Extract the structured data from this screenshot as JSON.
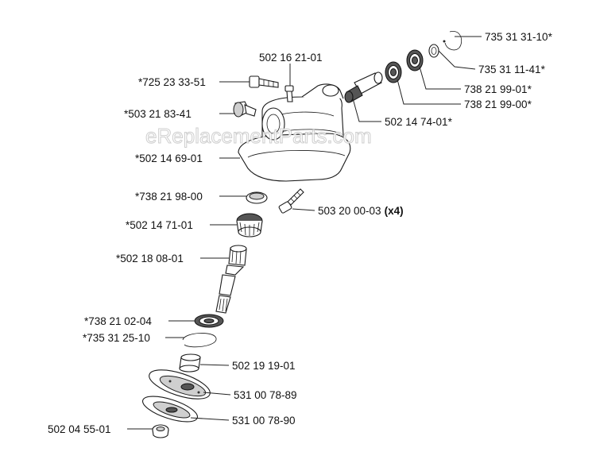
{
  "watermark": "eReplacementParts.com",
  "parts": [
    {
      "id": "p1",
      "number": "735 31 31-10*"
    },
    {
      "id": "p2",
      "number": "735 31 11-41*"
    },
    {
      "id": "p3",
      "number": "738 21 99-01*"
    },
    {
      "id": "p4",
      "number": "738 21 99-00*"
    },
    {
      "id": "p5",
      "number": "502 14 74-01*"
    },
    {
      "id": "p6",
      "number": "502 16 21-01"
    },
    {
      "id": "p7",
      "number": "*725 23 33-51"
    },
    {
      "id": "p8",
      "number": "*503 21 83-41"
    },
    {
      "id": "p9",
      "number": "*502 14 69-01"
    },
    {
      "id": "p10",
      "number": "*738 21 98-00"
    },
    {
      "id": "p11",
      "number": "503 20 00-03",
      "qty": "(x4)"
    },
    {
      "id": "p12",
      "number": "*502 14 71-01"
    },
    {
      "id": "p13",
      "number": "*502 18 08-01"
    },
    {
      "id": "p14",
      "number": "*738 21 02-04"
    },
    {
      "id": "p15",
      "number": "*735 31 25-10"
    },
    {
      "id": "p16",
      "number": "502 19 19-01"
    },
    {
      "id": "p17",
      "number": "531 00 78-89"
    },
    {
      "id": "p18",
      "number": "531 00 78-90"
    },
    {
      "id": "p19",
      "number": "502 04 55-01"
    }
  ]
}
